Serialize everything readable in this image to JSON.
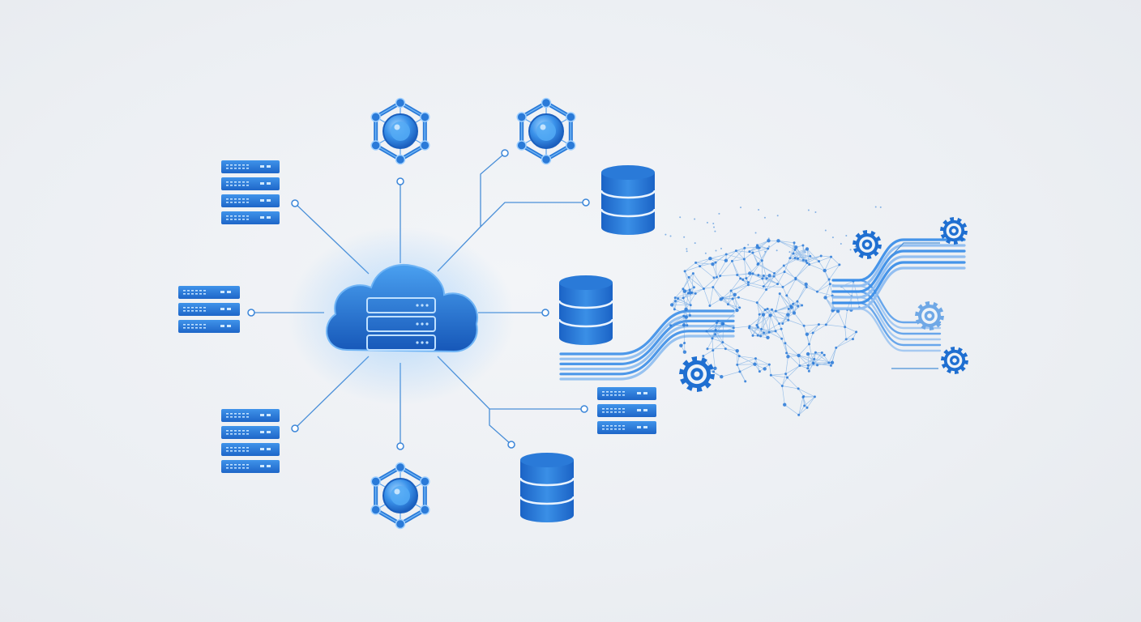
{
  "diagram": {
    "hub": {
      "icon": "cloud-server-icon",
      "rack_units": 3
    },
    "connectors": [
      {
        "name": "connector-top-left-server",
        "target": "server-stack"
      },
      {
        "name": "connector-left-server",
        "target": "server-stack"
      },
      {
        "name": "connector-bottom-left-server",
        "target": "server-stack"
      },
      {
        "name": "connector-top-hex-node",
        "target": "hex-network-node"
      },
      {
        "name": "connector-top-right-hex-node",
        "target": "hex-network-node"
      },
      {
        "name": "connector-top-right-database",
        "target": "database"
      },
      {
        "name": "connector-right-database",
        "target": "database"
      },
      {
        "name": "connector-bottom-right-server",
        "target": "server-stack"
      },
      {
        "name": "connector-bottom-right-database",
        "target": "database"
      },
      {
        "name": "connector-bottom-hex-node",
        "target": "hex-network-node"
      }
    ],
    "server_stacks": [
      {
        "name": "server-stack-top-left",
        "units": 4
      },
      {
        "name": "server-stack-left",
        "units": 3
      },
      {
        "name": "server-stack-bottom-left",
        "units": 4
      },
      {
        "name": "server-stack-bottom-right",
        "units": 3
      }
    ],
    "databases": [
      {
        "name": "database-top-right",
        "icon": "database-icon"
      },
      {
        "name": "database-right",
        "icon": "database-icon"
      },
      {
        "name": "database-bottom-right",
        "icon": "database-icon"
      }
    ],
    "hex_nodes": [
      {
        "name": "hex-node-top-left",
        "icon": "hex-network-node-icon"
      },
      {
        "name": "hex-node-top-right",
        "icon": "hex-network-node-icon"
      },
      {
        "name": "hex-node-bottom",
        "icon": "hex-network-node-icon"
      }
    ],
    "ai_brain": {
      "icon": "neural-brain-icon",
      "gears": 5,
      "data_streams_in": 6,
      "data_streams_out": 6
    }
  },
  "colors": {
    "background": "#eceff3",
    "primary_blue": "#1f6fd1",
    "light_blue": "#3b8ee8",
    "pale_blue": "#8dbcf0",
    "line_blue": "#4a8fd8"
  }
}
